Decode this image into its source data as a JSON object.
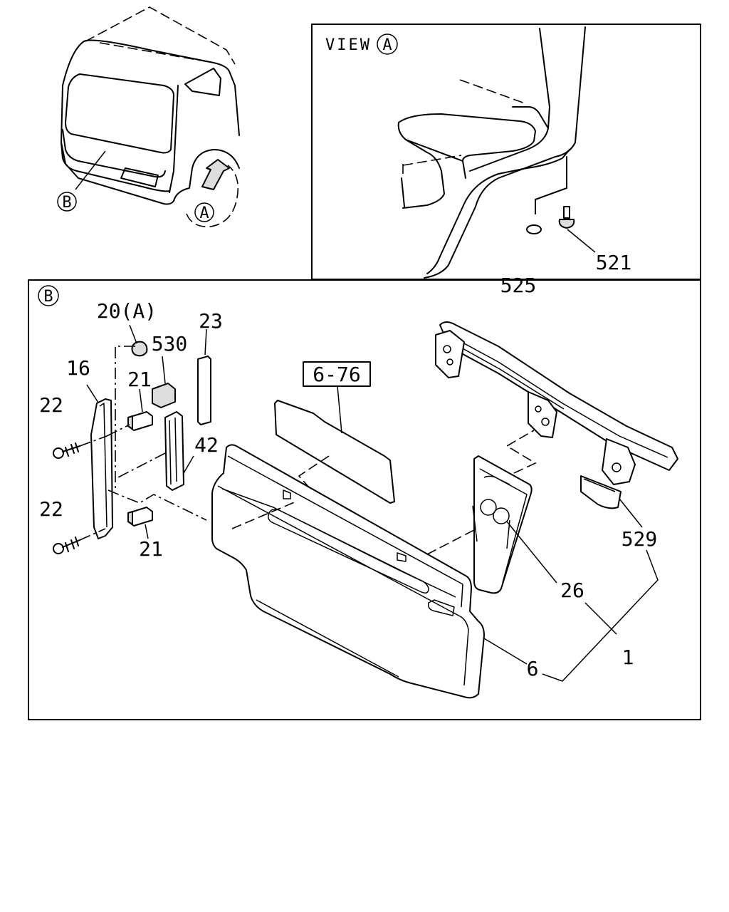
{
  "view_a": {
    "title": "VIEW",
    "marker": "A"
  },
  "section_b": {
    "marker": "B"
  },
  "overview": {
    "marker_a": "A",
    "marker_b": "B"
  },
  "callouts": {
    "p525": "525",
    "p521": "521",
    "p20a": "20(A)",
    "p530": "530",
    "p23": "23",
    "p16": "16",
    "p21_top": "21",
    "p21_bottom": "21",
    "p22_top": "22",
    "p22_bottom": "22",
    "p42": "42",
    "p6_76": "6-76",
    "p529": "529",
    "p26": "26",
    "p1": "1",
    "p6": "6"
  }
}
